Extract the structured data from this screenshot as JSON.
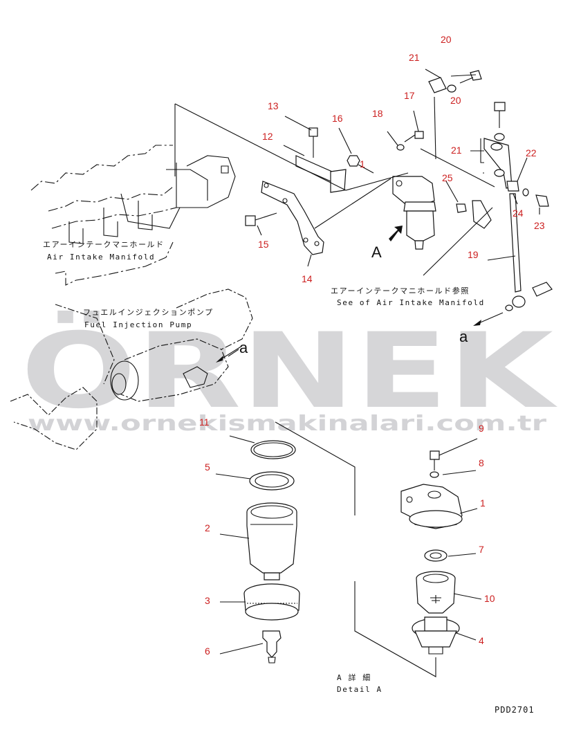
{
  "diagram": {
    "code": "PDD2701",
    "view_marker": "A",
    "arrow_marker": "a",
    "labels": {
      "air_intake_jp": "エアーインテークマニホールド",
      "air_intake_en": "Air Intake Manifold",
      "fuel_pump_jp": "フュエルインジェクションポンプ",
      "fuel_pump_en": "Fuel Injection Pump",
      "see_air_intake_jp": "エアーインテークマニホールド参照",
      "see_air_intake_en": "See of Air Intake Manifold",
      "detail_jp": "A 詳 細",
      "detail_en": "Detail A"
    },
    "callouts": [
      {
        "id": "c20a",
        "text": "20"
      },
      {
        "id": "c21a",
        "text": "21"
      },
      {
        "id": "c20b",
        "text": "20"
      },
      {
        "id": "c17",
        "text": "17"
      },
      {
        "id": "c18",
        "text": "18"
      },
      {
        "id": "c13",
        "text": "13"
      },
      {
        "id": "c16",
        "text": "16"
      },
      {
        "id": "c12",
        "text": "12"
      },
      {
        "id": "c1a",
        "text": "1"
      },
      {
        "id": "c21b",
        "text": "21"
      },
      {
        "id": "c22",
        "text": "22"
      },
      {
        "id": "c25",
        "text": "25"
      },
      {
        "id": "c24",
        "text": "24"
      },
      {
        "id": "c23",
        "text": "23"
      },
      {
        "id": "c15",
        "text": "15"
      },
      {
        "id": "c14",
        "text": "14"
      },
      {
        "id": "c19",
        "text": "19"
      },
      {
        "id": "c11",
        "text": "11"
      },
      {
        "id": "c9",
        "text": "9"
      },
      {
        "id": "c5",
        "text": "5"
      },
      {
        "id": "c8",
        "text": "8"
      },
      {
        "id": "c1b",
        "text": "1"
      },
      {
        "id": "c2",
        "text": "2"
      },
      {
        "id": "c7",
        "text": "7"
      },
      {
        "id": "c3",
        "text": "3"
      },
      {
        "id": "c10",
        "text": "10"
      },
      {
        "id": "c4",
        "text": "4"
      },
      {
        "id": "c6",
        "text": "6"
      }
    ]
  },
  "watermark": {
    "brand": "ÖRNEK",
    "url": "www.ornekismakinalari.com.tr"
  },
  "colors": {
    "callout": "#cc1f1f",
    "line": "#111111",
    "watermark": "#cfcfd2"
  }
}
